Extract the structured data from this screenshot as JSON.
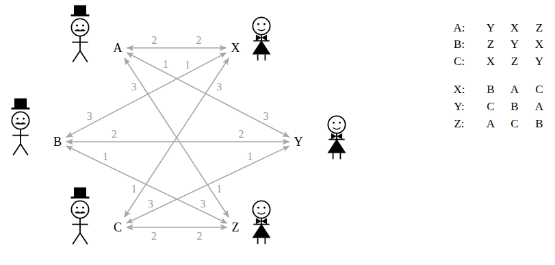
{
  "diagram": {
    "nodes": [
      {
        "text": [
          "A"
        ]
      },
      {
        "text": [
          "X"
        ]
      },
      {
        "text": [
          "B"
        ]
      },
      {
        "text": [
          "Y"
        ]
      },
      {
        "text": [
          "C"
        ]
      },
      {
        "text": [
          "Z"
        ]
      }
    ],
    "edges": [
      {
        "from": 0,
        "to": 1,
        "arrow": "both"
      },
      {
        "from": 0,
        "to": 3,
        "arrow": "both"
      },
      {
        "from": 0,
        "to": 5,
        "arrow": "both"
      },
      {
        "from": 2,
        "to": 1,
        "arrow": "both"
      },
      {
        "from": 2,
        "to": 3,
        "arrow": "both"
      },
      {
        "from": 2,
        "to": 5,
        "arrow": "both"
      },
      {
        "from": 4,
        "to": 1,
        "arrow": "both"
      },
      {
        "from": 4,
        "to": 3,
        "arrow": "both"
      },
      {
        "from": 4,
        "to": 5,
        "arrow": "both"
      }
    ],
    "labels": [
      "2",
      "2",
      "1",
      "3",
      "3",
      "1",
      "3",
      "1",
      "2",
      "2",
      "1",
      "3",
      "1",
      "3",
      "3",
      "1",
      "2",
      "2",
      "A:",
      "Y",
      "X",
      "Z",
      "B:",
      "Z",
      "Y",
      "X",
      "C:",
      "X",
      "Z",
      "Y",
      "X:",
      "B",
      "A",
      "C",
      "Y:",
      "C",
      "B",
      "A",
      "Z:",
      "A",
      "C",
      "B"
    ]
  }
}
